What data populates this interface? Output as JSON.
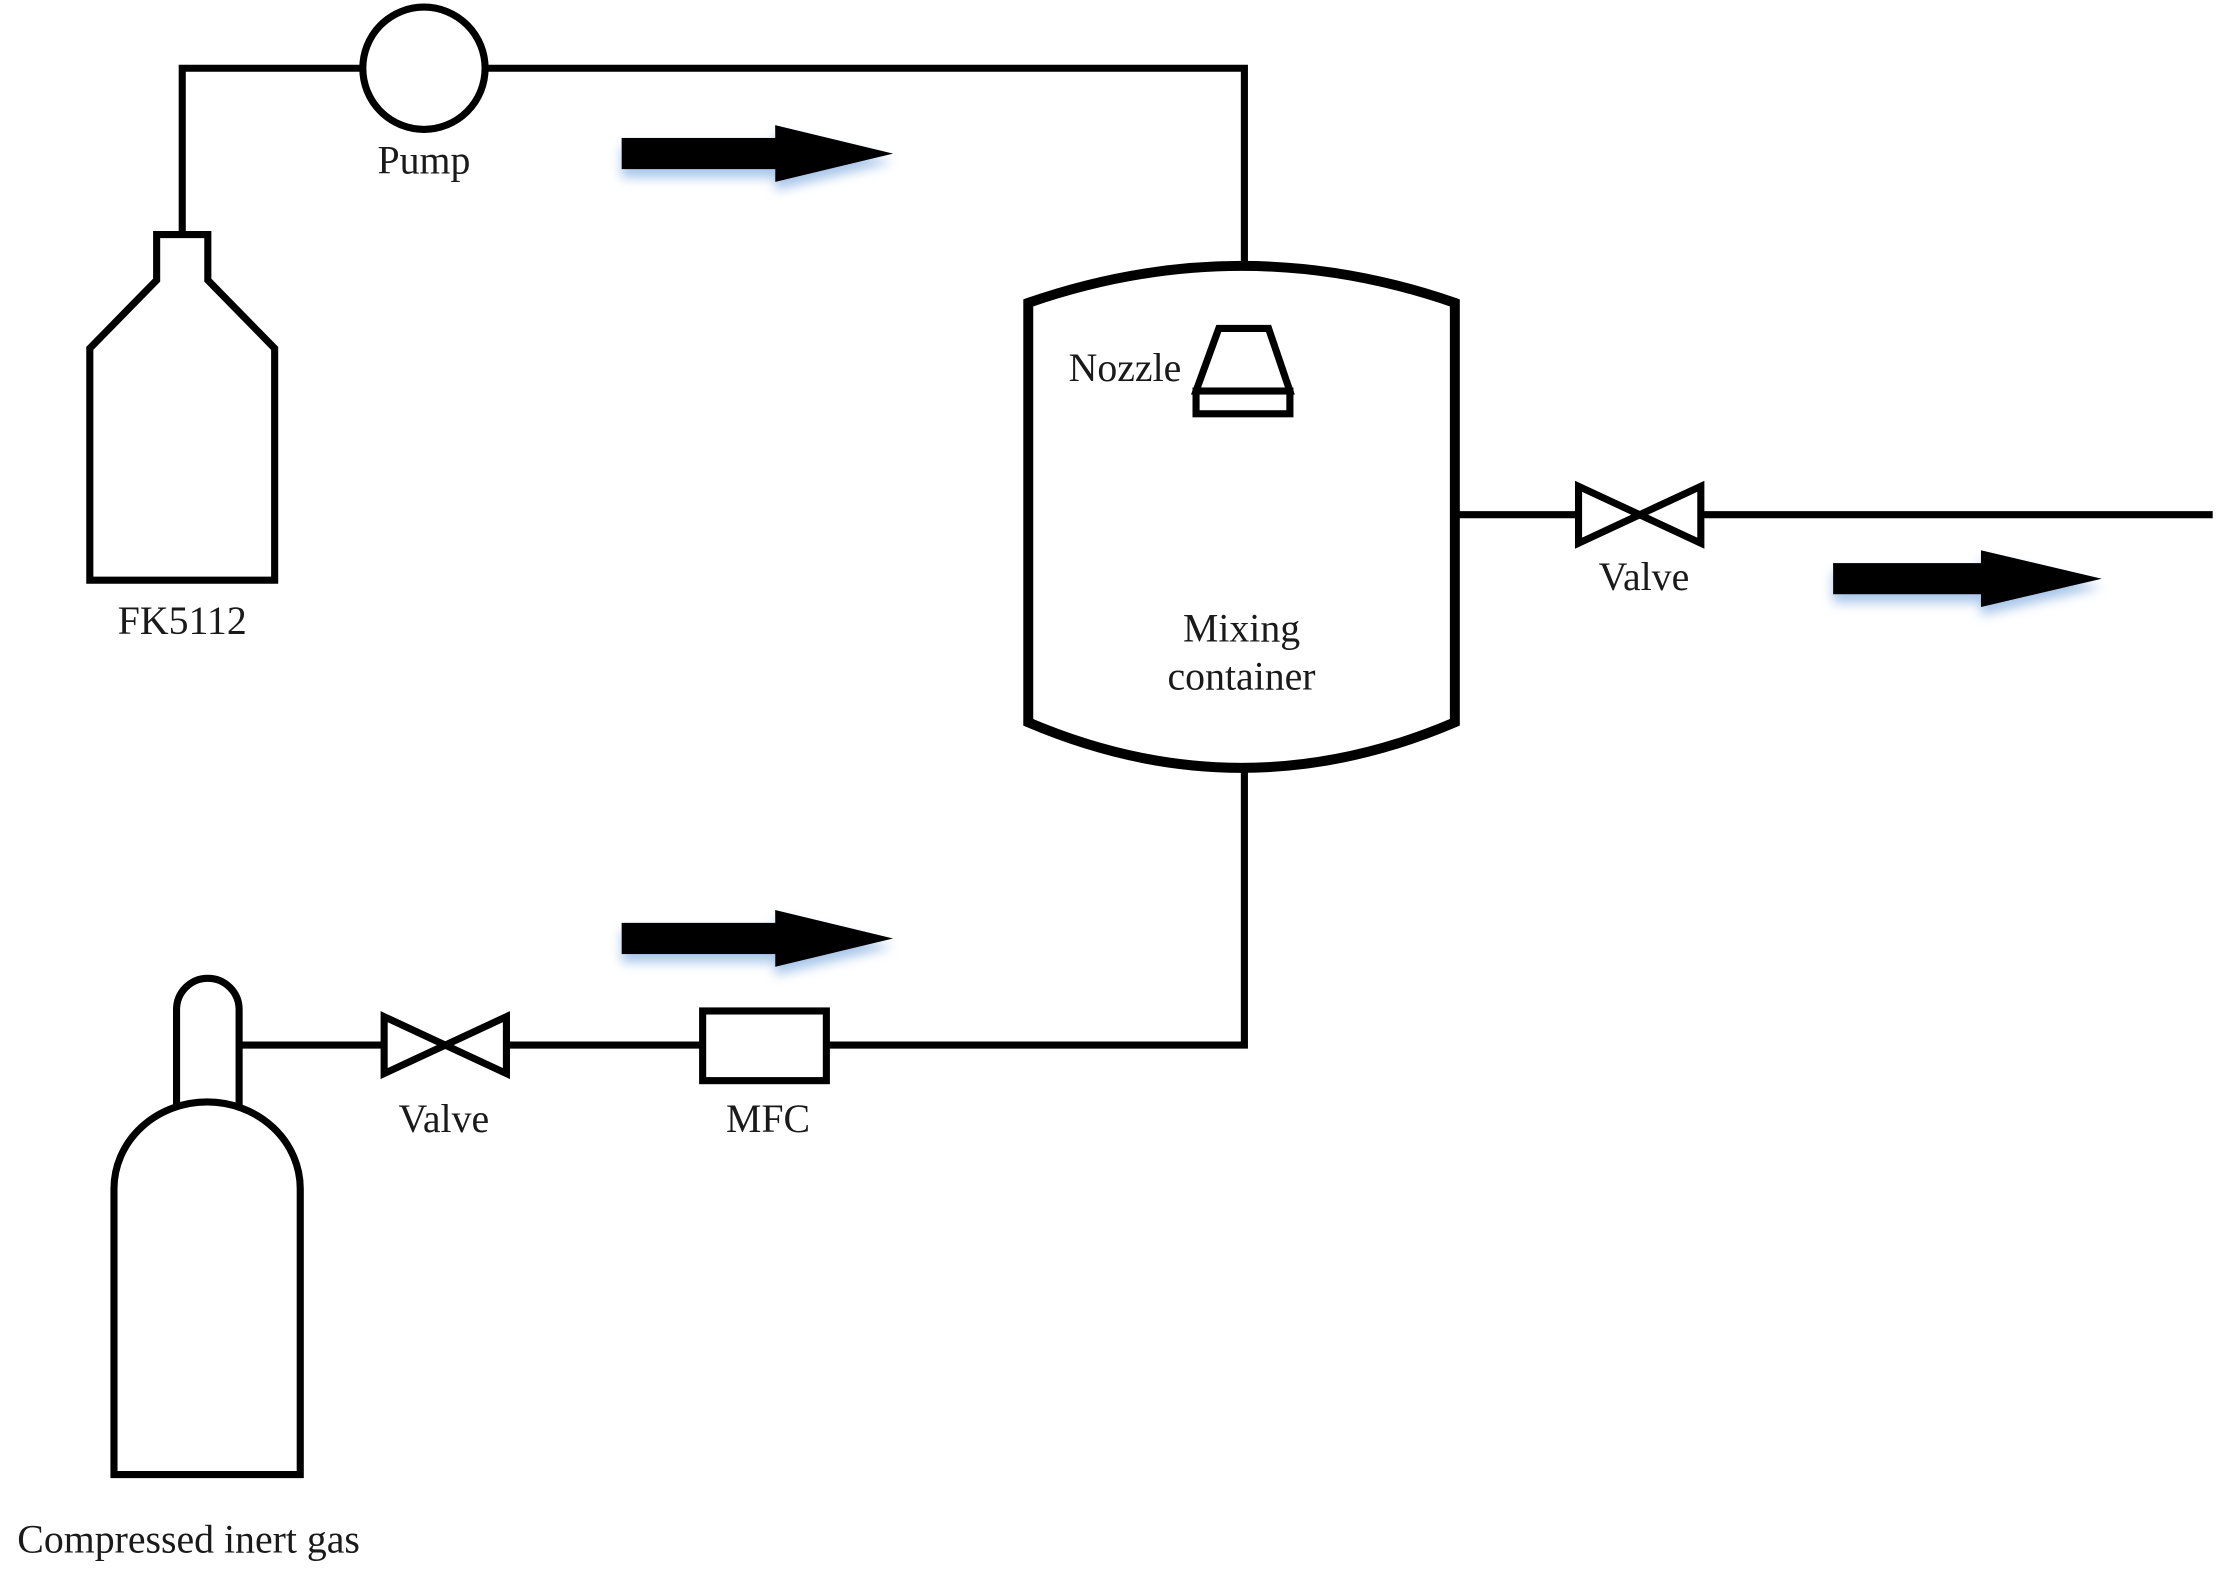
{
  "labels": {
    "pump": "Pump",
    "fk5112": "FK5112",
    "nozzle": "Nozzle",
    "mixing_container": [
      "Mixing",
      "container"
    ],
    "outlet_valve": "Valve",
    "inlet_valve": "Valve",
    "mfc": "MFC",
    "compressed_inert_gas": "Compressed inert gas"
  },
  "colors": {
    "line": "#000000",
    "arrow_glow": "#a9c7ea",
    "background": "#ffffff"
  }
}
